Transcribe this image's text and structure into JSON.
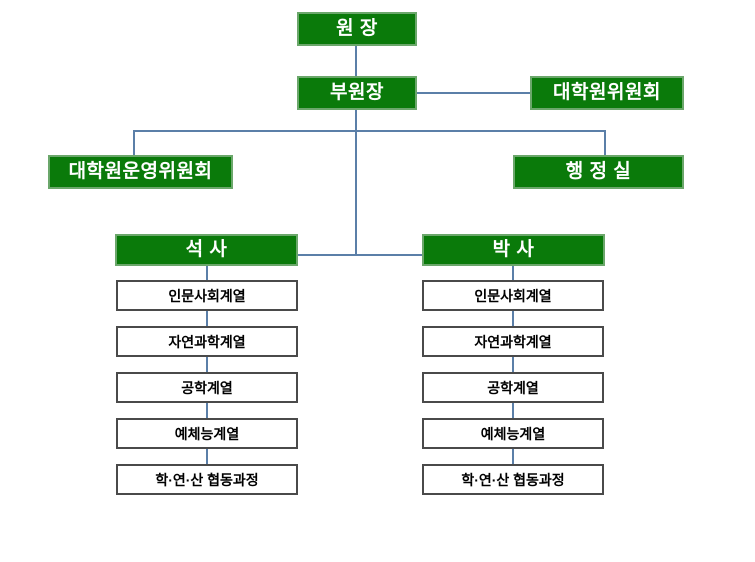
{
  "diagram": {
    "title_node": {
      "label": "원  장"
    },
    "nodes": {
      "director": "원  장",
      "vice_director": "부원장",
      "grad_committee": "대학원위원회",
      "grad_operating_committee": "대학원운영위원회",
      "admin_office": "행 정 실",
      "masters": "석  사",
      "doctorate": "박  사"
    },
    "masters_programs": [
      "인문사회계열",
      "자연과학계열",
      "공학계열",
      "예체능계열",
      "학·연·산 협동과정"
    ],
    "doctorate_programs": [
      "인문사회계열",
      "자연과학계열",
      "공학계열",
      "예체능계열",
      "학·연·산 협동과정"
    ],
    "colors": {
      "node_fill": "#0a7a0a",
      "node_border": "#6ba76b",
      "node_text": "#ffffff",
      "program_fill": "#ffffff",
      "program_border": "#4a4a4a",
      "program_text": "#000000",
      "connector": "#5b7fa8",
      "background": "#ffffff"
    }
  }
}
